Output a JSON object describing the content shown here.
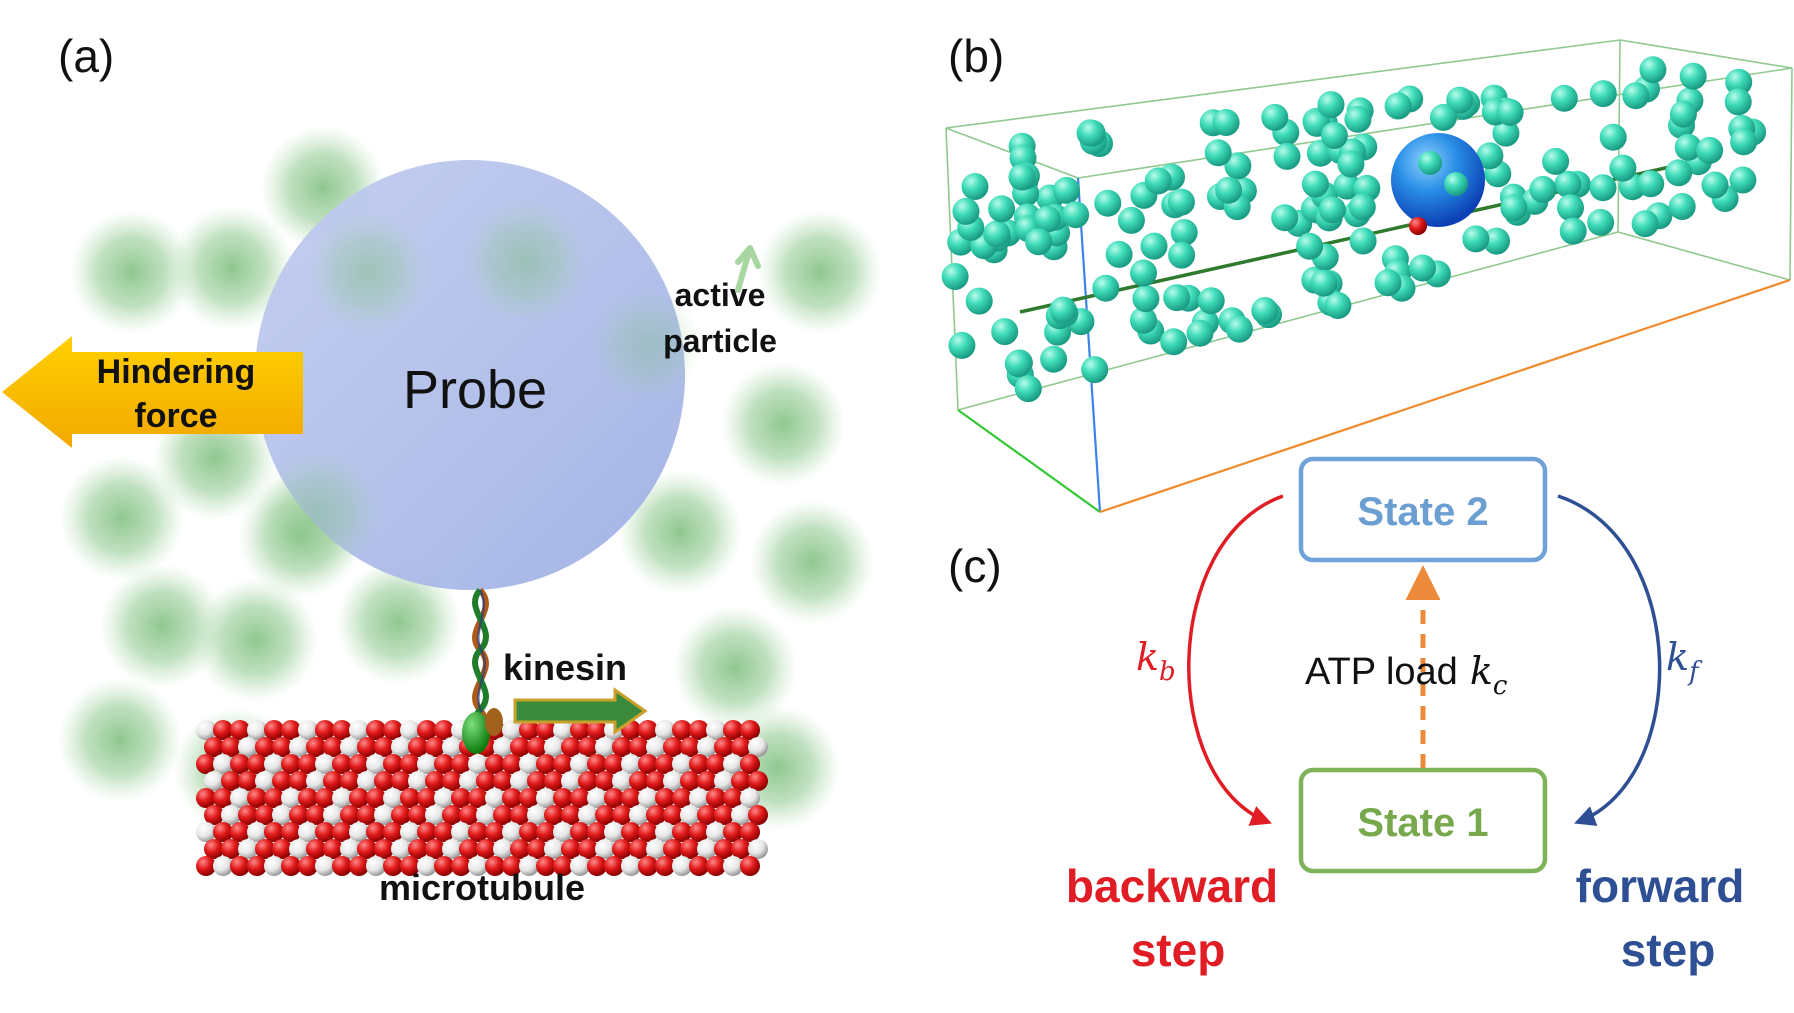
{
  "panels": {
    "a": {
      "letter": "(a)",
      "probe_label": "Probe",
      "hindering_force": [
        "Hindering",
        "force"
      ],
      "active_particle": [
        "active",
        "particle"
      ],
      "kinesin_label": "kinesin",
      "microtubule_label": "microtubule"
    },
    "b": {
      "letter": "(b)"
    },
    "c": {
      "letter": "(c)",
      "state2_label": "State 2",
      "state1_label": "State 1",
      "kb_label": "k",
      "kb_sub": "b",
      "kf_label": "k",
      "kf_sub": "f",
      "atp_label": "ATP load",
      "kc_label": "k",
      "kc_sub": "c",
      "backward_label": [
        "backward",
        "step"
      ],
      "forward_label": [
        "forward",
        "step"
      ]
    }
  },
  "colors": {
    "probe": "#b8c4ea",
    "crowder_green": "#7fbf7f",
    "hindering_arrow": "#f5b800",
    "particle_teal": "#3fd9b8",
    "probe3d_blue": "#1e88e5",
    "state2_box": "#6fa3d8",
    "state2_text": "#6c9fd1",
    "state1_box": "#7fb35a",
    "state1_text": "#77a94c",
    "backward": "#e01d24",
    "forward": "#2e4f93",
    "atp_arrow": "#ec8a3b"
  }
}
